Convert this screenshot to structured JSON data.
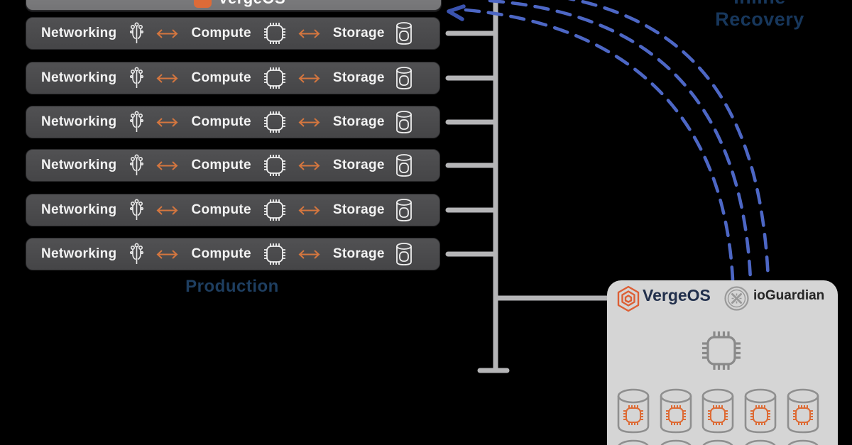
{
  "top_bar": {
    "brand": "VergeOS"
  },
  "cluster": {
    "node_count": 6,
    "node_labels": {
      "networking": "Networking",
      "compute": "Compute",
      "storage": "Storage"
    },
    "caption": "Production"
  },
  "recovery_label": {
    "line1": "Inline",
    "line2": "Recovery"
  },
  "panel": {
    "brand": "VergeOS",
    "product": "ioGuardian",
    "storage_nodes_row1": 5,
    "storage_nodes_row2": 5
  },
  "icons": {
    "row": [
      "network-icon",
      "double-arrow-icon",
      "chip-icon",
      "double-arrow-icon",
      "storage-cylinder-icon"
    ],
    "panel": [
      "vergeos-hex-logo",
      "ioguardian-seal-icon",
      "chip-icon",
      "storage-cylinder-chip-icon"
    ]
  },
  "colors": {
    "background": "#000000",
    "node_bar": "#4a4a4c",
    "top_bar": "#7a7a7c",
    "accent_orange": "#d4763f",
    "navy_text": "#1d3d5e",
    "dash_blue": "#4d67c5",
    "arrow_blue": "#3a53b0",
    "line_gray": "#b5b5b7",
    "panel_bg": "#d5d5d5",
    "panel_icon_gray": "#8f8f8f",
    "row_text": "#f3f3f3"
  }
}
